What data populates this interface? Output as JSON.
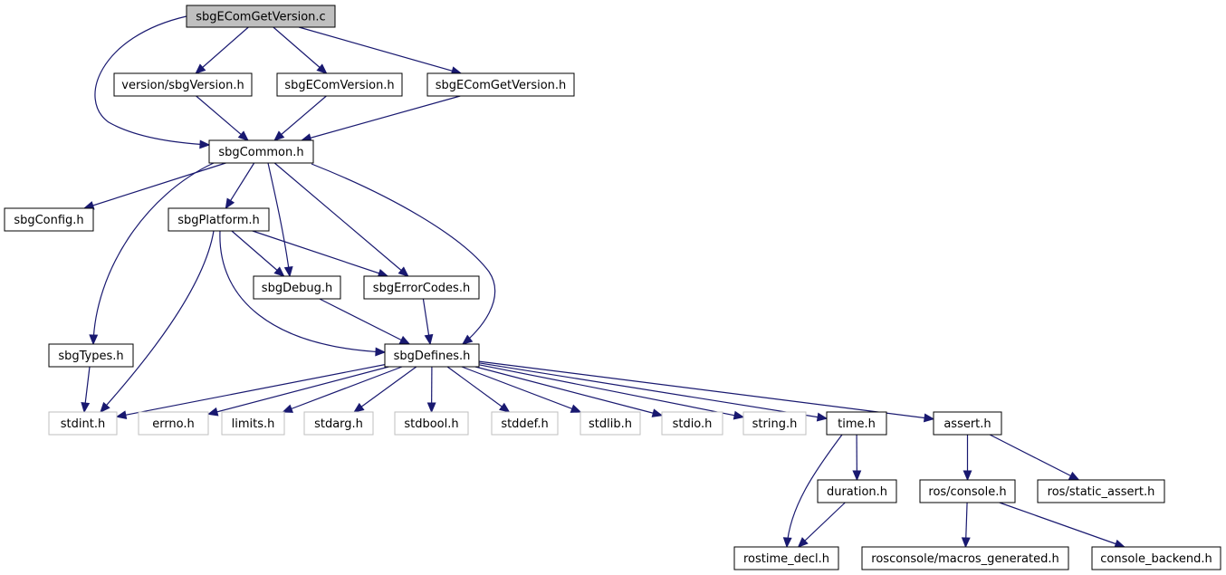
{
  "nodes": [
    {
      "id": "root",
      "label": "sbgEComGetVersion.c",
      "kind": "root"
    },
    {
      "id": "version",
      "label": "version/sbgVersion.h",
      "kind": "file"
    },
    {
      "id": "ecomversion",
      "label": "sbgEComVersion.h",
      "kind": "file"
    },
    {
      "id": "ecomgetversion",
      "label": "sbgEComGetVersion.h",
      "kind": "file"
    },
    {
      "id": "common",
      "label": "sbgCommon.h",
      "kind": "file"
    },
    {
      "id": "config",
      "label": "sbgConfig.h",
      "kind": "file"
    },
    {
      "id": "platform",
      "label": "sbgPlatform.h",
      "kind": "file"
    },
    {
      "id": "debug",
      "label": "sbgDebug.h",
      "kind": "file"
    },
    {
      "id": "errorcodes",
      "label": "sbgErrorCodes.h",
      "kind": "file"
    },
    {
      "id": "types",
      "label": "sbgTypes.h",
      "kind": "file"
    },
    {
      "id": "defines",
      "label": "sbgDefines.h",
      "kind": "file"
    },
    {
      "id": "stdint",
      "label": "stdint.h",
      "kind": "external"
    },
    {
      "id": "errno",
      "label": "errno.h",
      "kind": "external"
    },
    {
      "id": "limits",
      "label": "limits.h",
      "kind": "external"
    },
    {
      "id": "stdarg",
      "label": "stdarg.h",
      "kind": "external"
    },
    {
      "id": "stdbool",
      "label": "stdbool.h",
      "kind": "external"
    },
    {
      "id": "stddef",
      "label": "stddef.h",
      "kind": "external"
    },
    {
      "id": "stdlib",
      "label": "stdlib.h",
      "kind": "external"
    },
    {
      "id": "stdio",
      "label": "stdio.h",
      "kind": "external"
    },
    {
      "id": "string",
      "label": "string.h",
      "kind": "external"
    },
    {
      "id": "time",
      "label": "time.h",
      "kind": "file"
    },
    {
      "id": "assert",
      "label": "assert.h",
      "kind": "file"
    },
    {
      "id": "duration",
      "label": "duration.h",
      "kind": "file"
    },
    {
      "id": "rosconsole",
      "label": "ros/console.h",
      "kind": "file"
    },
    {
      "id": "staticassert",
      "label": "ros/static_assert.h",
      "kind": "file"
    },
    {
      "id": "rostimedecl",
      "label": "rostime_decl.h",
      "kind": "file"
    },
    {
      "id": "macrosgen",
      "label": "rosconsole/macros_generated.h",
      "kind": "file"
    },
    {
      "id": "consolebackend",
      "label": "console_backend.h",
      "kind": "file"
    }
  ],
  "edges": [
    [
      "root",
      "version"
    ],
    [
      "root",
      "ecomversion"
    ],
    [
      "root",
      "ecomgetversion"
    ],
    [
      "root",
      "common"
    ],
    [
      "version",
      "common"
    ],
    [
      "ecomversion",
      "common"
    ],
    [
      "ecomgetversion",
      "common"
    ],
    [
      "common",
      "config"
    ],
    [
      "common",
      "platform"
    ],
    [
      "common",
      "types"
    ],
    [
      "common",
      "debug"
    ],
    [
      "common",
      "errorcodes"
    ],
    [
      "common",
      "defines"
    ],
    [
      "platform",
      "stdint"
    ],
    [
      "platform",
      "debug"
    ],
    [
      "platform",
      "errorcodes"
    ],
    [
      "platform",
      "defines"
    ],
    [
      "debug",
      "defines"
    ],
    [
      "errorcodes",
      "defines"
    ],
    [
      "types",
      "stdint"
    ],
    [
      "defines",
      "stdint"
    ],
    [
      "defines",
      "errno"
    ],
    [
      "defines",
      "limits"
    ],
    [
      "defines",
      "stdarg"
    ],
    [
      "defines",
      "stdbool"
    ],
    [
      "defines",
      "stddef"
    ],
    [
      "defines",
      "stdlib"
    ],
    [
      "defines",
      "stdio"
    ],
    [
      "defines",
      "string"
    ],
    [
      "defines",
      "time"
    ],
    [
      "defines",
      "assert"
    ],
    [
      "time",
      "duration"
    ],
    [
      "time",
      "rostimedecl"
    ],
    [
      "duration",
      "rostimedecl"
    ],
    [
      "assert",
      "rosconsole"
    ],
    [
      "assert",
      "staticassert"
    ],
    [
      "rosconsole",
      "macrosgen"
    ],
    [
      "rosconsole",
      "consolebackend"
    ]
  ]
}
